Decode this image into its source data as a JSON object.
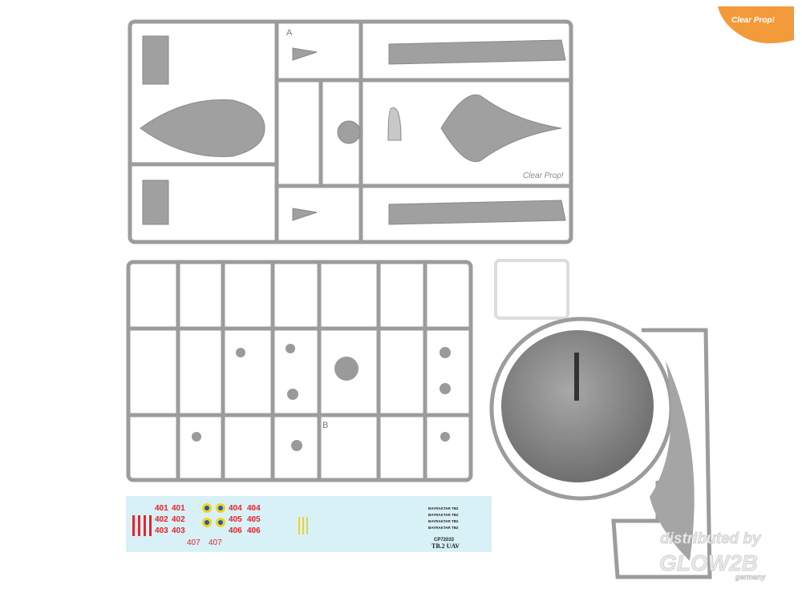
{
  "logo": {
    "text": "Clear Prop!",
    "color": "#f39a3a"
  },
  "sprues": {
    "a_label": "A",
    "b_label": "B",
    "brand_tag": "Clear Prop!"
  },
  "decal_sheet": {
    "red_numbers_left": [
      "401",
      "401",
      "402",
      "402",
      "403",
      "403"
    ],
    "red_numbers_mid": [
      "404",
      "404",
      "405",
      "405",
      "406",
      "406"
    ],
    "red_numbers_bottom": [
      "407",
      "407"
    ],
    "bayraktar_lines": [
      "BAYRAKTAR TB2",
      "BAYRAKTAR TB2",
      "BAYRAKTAR TB2",
      "BAYRAKTAR TB2"
    ],
    "catalog": "CP72033",
    "title": "TB.2 UAV",
    "colors": {
      "background": "#d8f1f6",
      "red": "#e8232c",
      "yellow": "#f5d21a",
      "blue": "#1e5bb8"
    }
  },
  "watermark": {
    "line1": "distributed by",
    "brand": "GLOW2B",
    "country": "germany"
  },
  "colors": {
    "plastic": "#9c9c9c",
    "plastic_dark": "#7c7c7c"
  }
}
